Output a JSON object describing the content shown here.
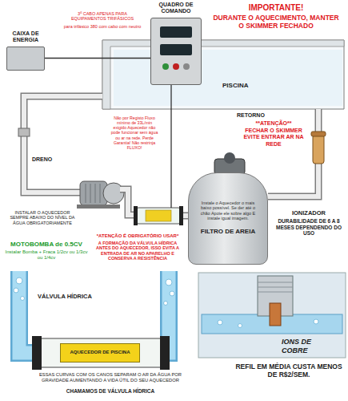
{
  "diagram": {
    "nodes": [
      {
        "text": [
          "PISCINA"
        ]
      },
      {
        "text": [
          "CAIXA DE ENERGIA"
        ]
      },
      {
        "text": [
          "QUADRO DE COMANDO"
        ]
      },
      {
        "text": [
          "Instale o Aquecedor o mais baixo possível. Se der até o chão Apoie ele sobre algo E instale igual imagem.",
          "FILTRO DE AREIA"
        ]
      },
      {
        "text": [
          "AQUECEDOR DE PISCINA"
        ]
      }
    ],
    "edges": [
      {
        "from": 1,
        "to": 2,
        "arrow": "none"
      },
      {
        "from": 3,
        "to": 0,
        "arrow": "none"
      }
    ],
    "labels": [
      "3º CABO APENAS PARA EQUIPAMENTOS TRIFÁSICOS",
      "para trifásico 380 com cabo com neutro",
      "IMPORTANTE!",
      "DURANTE O AQUECIMENTO, MANTER O SKIMMER FECHADO",
      "DRENO",
      "Não por Registo Fluxo mínimo de 33L/min exigido Aquecedor não pode funcionar sem água ou ar na rede. Perde Garantia! Não restrinja FLUXO!",
      "RETORNO",
      "**ATENÇÃO**",
      "FECHAR O SKIMMER EVITE ENTRAR AR NA REDE",
      "IONIZADOR",
      "DURABILIDADE DE 6 A 8 MESES DEPENDENDO DO USO",
      "INSTALAR O AQUECEDOR SEMPRE ABAIXO DO NÍVEL DA ÁGUA OBRIGATORIAMENTE",
      "MOTOBOMBA de 0.5CV",
      "Instalar Bomba + Fraca 1/2cv ou 1/3cv ou 1/4cv",
      "*ATENÇÃO É OBRIGATÓRIO USAR*",
      "A FORMAÇÃO DA VÁLVULA HÍDRICA ANTES DO AQUECEDOR, ISSO EVITA A ENTRADA DE AR NO APARELHO E CONSERVA A RESISTÊNCIA",
      "VÁLVULA HÍDRICA",
      "ESSAS CURVAS COM OS CANOS SEPARAM O AR DA ÁGUA POR GRAVIDADE AUMENTANDO A VIDA ÚTIL DO SEU AQUECEDOR",
      "CHAMAMOS DE VÁLVULA HÍDRICA",
      "IONS DE COBRE",
      "REFIL EM MÉDIA CUSTA MENOS DE R$2/SEM."
    ]
  }
}
